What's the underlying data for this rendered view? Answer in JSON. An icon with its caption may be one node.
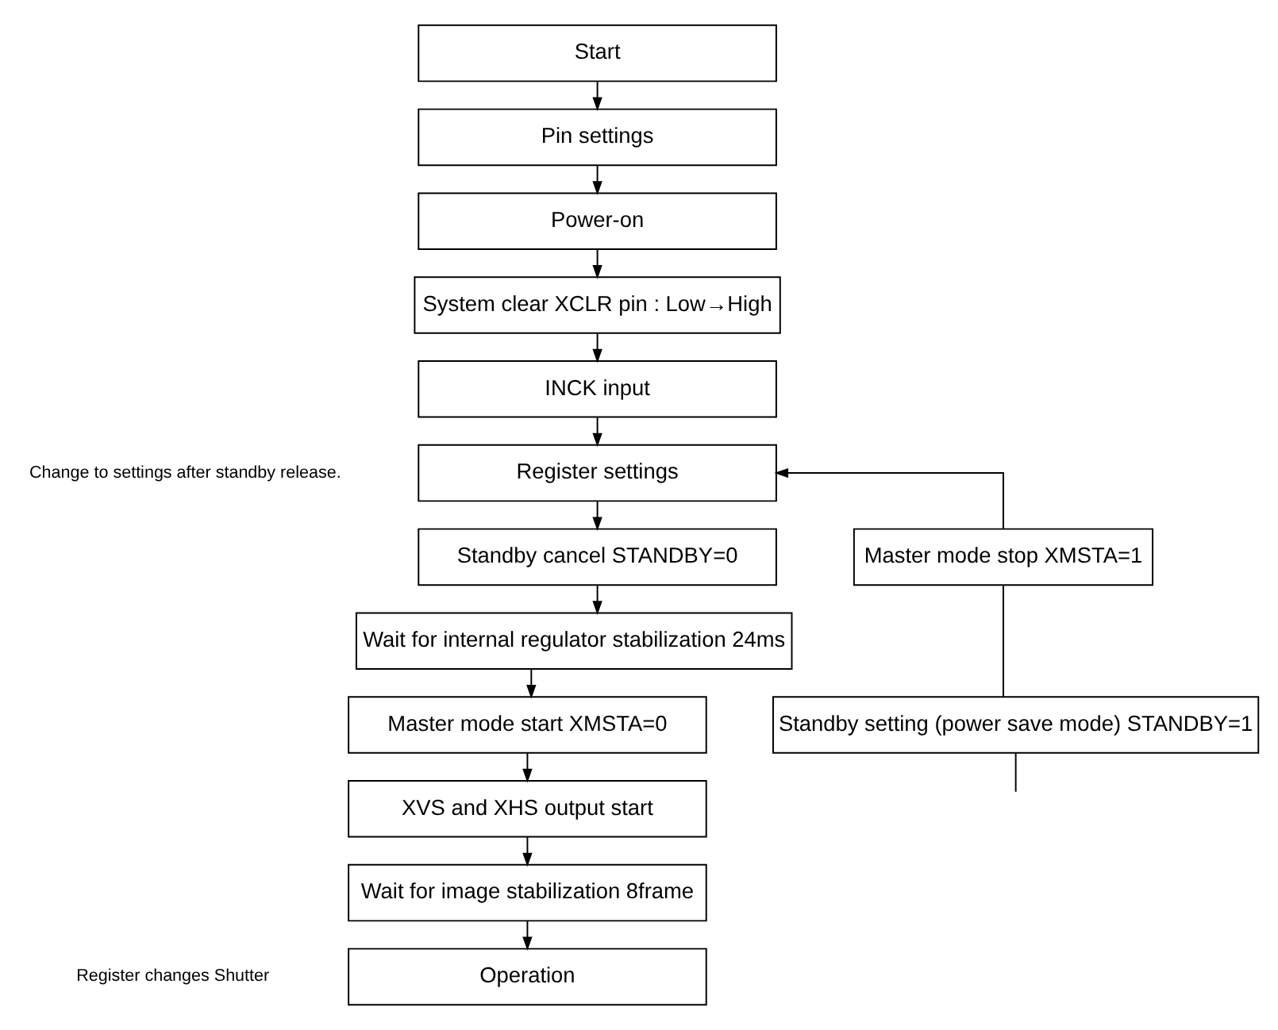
{
  "diagram": {
    "nodes": [
      {
        "text": [
          "Start"
        ]
      },
      {
        "text": [
          "Pin settings"
        ]
      },
      {
        "text": [
          "Power-on"
        ]
      },
      {
        "text": [
          "System clear XCLR pin : Low→High"
        ]
      },
      {
        "text": [
          "INCK input"
        ]
      },
      {
        "text": [
          "Register settings"
        ]
      },
      {
        "text": [
          "Standby cancel STANDBY=0"
        ]
      },
      {
        "text": [
          "Wait for internal regulator stabilization 24ms"
        ]
      },
      {
        "text": [
          "Master mode start XMSTA=0"
        ]
      },
      {
        "text": [
          "XVS and XHS output start"
        ]
      },
      {
        "text": [
          "Wait for image stabilization 8frame"
        ]
      },
      {
        "text": [
          "Operation"
        ]
      },
      {
        "text": [
          "Master mode stop XMSTA=1"
        ]
      },
      {
        "text": [
          "Standby setting (power save mode) STANDBY=1"
        ]
      }
    ],
    "edges": [
      {
        "from": 0,
        "to": 1,
        "arrow": "to"
      },
      {
        "from": 1,
        "to": 2,
        "arrow": "to"
      },
      {
        "from": 2,
        "to": 3,
        "arrow": "to"
      },
      {
        "from": 3,
        "to": 4,
        "arrow": "to"
      },
      {
        "from": 4,
        "to": 5,
        "arrow": "to"
      },
      {
        "from": 5,
        "to": 6,
        "arrow": "to"
      },
      {
        "from": 6,
        "to": 7,
        "arrow": "to"
      },
      {
        "from": 7,
        "to": 8,
        "arrow": "to"
      },
      {
        "from": 8,
        "to": 9,
        "arrow": "to"
      },
      {
        "from": 9,
        "to": 10,
        "arrow": "to"
      },
      {
        "from": 10,
        "to": 11,
        "arrow": "to"
      },
      {
        "from": 12,
        "to": 5,
        "arrow": "to"
      },
      {
        "from": 12,
        "to": 13,
        "arrow": "none"
      },
      {
        "from": 13,
        "to": null,
        "arrow": "none"
      }
    ],
    "labels": [
      "Change to settings after standby release.",
      "Register changes Shutter"
    ]
  }
}
